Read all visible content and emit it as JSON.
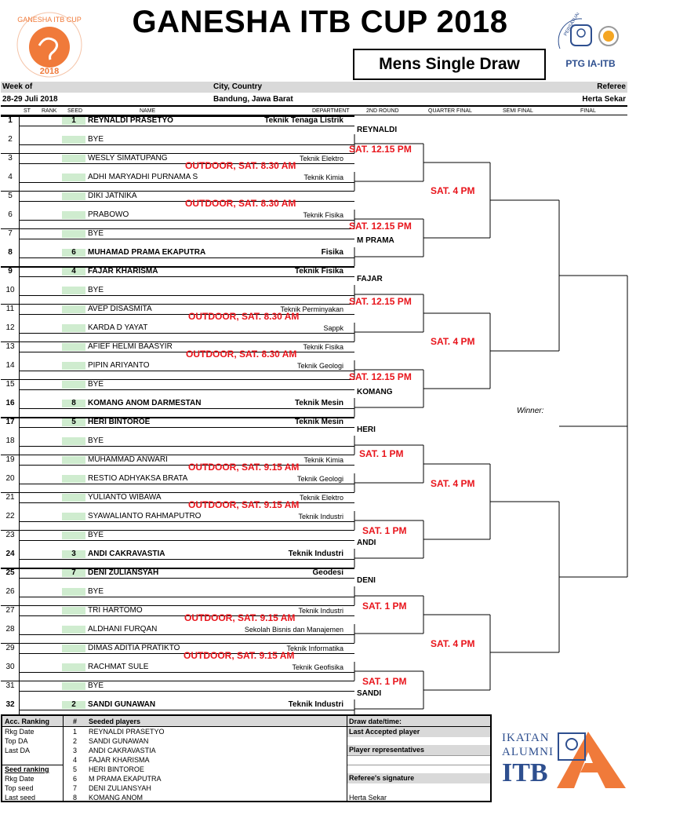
{
  "header": {
    "title": "GANESHA ITB CUP 2018",
    "subtitle": "Mens Single Draw",
    "logo_left_text": "GANESHA ITB CUP",
    "logo_left_year": "2018",
    "logo_right_text": "PTG IA-ITB",
    "logo_right_arc": "PERSATUAN TENIS GANESHA"
  },
  "info": {
    "week_label": "Week of",
    "week_value": "28-29 Juli 2018",
    "city_label": "City, Country",
    "city_value": "Bandung, Jawa Barat",
    "referee_label": "Referee",
    "referee_value": "Herta Sekar"
  },
  "columns": {
    "st": "ST",
    "rank": "RANK",
    "seed": "SEED",
    "name": "NAME",
    "department": "DEPARTMENT",
    "round2": "2ND ROUND",
    "quarter": "QUARTER FINAL",
    "semi": "SEMI FINAL",
    "final": "FINAL"
  },
  "players": [
    {
      "n": "1",
      "seed": "1",
      "name": "REYNALDI PRASETYO",
      "dept": "Teknik Tenaga Listrik",
      "bold": true
    },
    {
      "n": "2",
      "seed": "",
      "name": "BYE",
      "dept": "",
      "bold": false
    },
    {
      "n": "3",
      "seed": "",
      "name": "WESLY SIMATUPANG",
      "dept": "Teknik Elektro",
      "bold": false
    },
    {
      "n": "4",
      "seed": "",
      "name": "ADHI MARYADHI PURNAMA S",
      "dept": "Teknik Kimia",
      "bold": false
    },
    {
      "n": "5",
      "seed": "",
      "name": "DIKI JATNIKA",
      "dept": "",
      "bold": false
    },
    {
      "n": "6",
      "seed": "",
      "name": "PRABOWO",
      "dept": "Teknik Fisika",
      "bold": false
    },
    {
      "n": "7",
      "seed": "",
      "name": "BYE",
      "dept": "",
      "bold": false
    },
    {
      "n": "8",
      "seed": "6",
      "name": "MUHAMAD PRAMA EKAPUTRA",
      "dept": "Fisika",
      "bold": true
    },
    {
      "n": "9",
      "seed": "4",
      "name": "FAJAR KHARISMA",
      "dept": "Teknik Fisika",
      "bold": true
    },
    {
      "n": "10",
      "seed": "",
      "name": "BYE",
      "dept": "",
      "bold": false
    },
    {
      "n": "11",
      "seed": "",
      "name": "AVEP DISASMITA",
      "dept": "Teknik Perminyakan",
      "bold": false
    },
    {
      "n": "12",
      "seed": "",
      "name": "KARDA D YAYAT",
      "dept": "Sappk",
      "bold": false
    },
    {
      "n": "13",
      "seed": "",
      "name": "AFIEF HELMI BAASYIR",
      "dept": "Teknik Fisika",
      "bold": false
    },
    {
      "n": "14",
      "seed": "",
      "name": "PIPIN ARIYANTO",
      "dept": "Teknik Geologi",
      "bold": false
    },
    {
      "n": "15",
      "seed": "",
      "name": "BYE",
      "dept": "",
      "bold": false
    },
    {
      "n": "16",
      "seed": "8",
      "name": "KOMANG ANOM DARMESTAN",
      "dept": "Teknik Mesin",
      "bold": true
    },
    {
      "n": "17",
      "seed": "5",
      "name": "HERI BINTOROE",
      "dept": "Teknik Mesin",
      "bold": true
    },
    {
      "n": "18",
      "seed": "",
      "name": "BYE",
      "dept": "",
      "bold": false
    },
    {
      "n": "19",
      "seed": "",
      "name": "MUHAMMAD ANWARI",
      "dept": "Teknik Kimia",
      "bold": false
    },
    {
      "n": "20",
      "seed": "",
      "name": "RESTIO ADHYAKSA BRATA",
      "dept": "Teknik Geologi",
      "bold": false
    },
    {
      "n": "21",
      "seed": "",
      "name": "YULIANTO WIBAWA",
      "dept": "Teknik Elektro",
      "bold": false
    },
    {
      "n": "22",
      "seed": "",
      "name": "SYAWALIANTO RAHMAPUTRO",
      "dept": "Teknik Industri",
      "bold": false
    },
    {
      "n": "23",
      "seed": "",
      "name": "BYE",
      "dept": "",
      "bold": false
    },
    {
      "n": "24",
      "seed": "3",
      "name": "ANDI CAKRAVASTIA",
      "dept": "Teknik Industri",
      "bold": true
    },
    {
      "n": "25",
      "seed": "7",
      "name": "DENI ZULIANSYAH",
      "dept": "Geodesi",
      "bold": true
    },
    {
      "n": "26",
      "seed": "",
      "name": "BYE",
      "dept": "",
      "bold": false
    },
    {
      "n": "27",
      "seed": "",
      "name": "TRI HARTOMO",
      "dept": "Teknik Industri",
      "bold": false
    },
    {
      "n": "28",
      "seed": "",
      "name": "ALDHANI FURQAN",
      "dept": "Sekolah Bisnis dan Manajemen",
      "bold": false
    },
    {
      "n": "29",
      "seed": "",
      "name": "DIMAS ADITIA PRATIKTO",
      "dept": "Teknik Informatika",
      "bold": false
    },
    {
      "n": "30",
      "seed": "",
      "name": "RACHMAT SULE",
      "dept": "Teknik Geofisika",
      "bold": false
    },
    {
      "n": "31",
      "seed": "",
      "name": "BYE",
      "dept": "",
      "bold": false
    },
    {
      "n": "32",
      "seed": "2",
      "name": "SANDI GUNAWAN",
      "dept": "Teknik Industri",
      "bold": true
    }
  ],
  "first_round_schedule": [
    {
      "text": "OUTDOOR, SAT. 8.30 AM"
    },
    {
      "text": "OUTDOOR, SAT. 8.30 AM"
    },
    {
      "text": "OUTDOOR, SAT. 8.30 AM"
    },
    {
      "text": "OUTDOOR, SAT. 8.30 AM"
    },
    {
      "text": "OUTDOOR, SAT. 9.15 AM"
    },
    {
      "text": "OUTDOOR, SAT. 9.15 AM"
    },
    {
      "text": "OUTDOOR, SAT. 9.15 AM"
    },
    {
      "text": "OUTDOOR, SAT. 9.15 AM"
    }
  ],
  "second_round": [
    {
      "winner": "REYNALDI",
      "time": "SAT. 12.15 PM"
    },
    {
      "winner": "",
      "time": "SAT. 12.15 PM"
    },
    {
      "winner": "M PRAMA",
      "time": ""
    },
    {
      "winner": "FAJAR",
      "time": "SAT. 12.15 PM"
    },
    {
      "winner": "",
      "time": "SAT. 12.15 PM"
    },
    {
      "winner": "KOMANG",
      "time": ""
    },
    {
      "winner": "HERI",
      "time": "SAT. 1 PM"
    },
    {
      "winner": "",
      "time": "SAT. 1 PM"
    },
    {
      "winner": "ANDI",
      "time": ""
    },
    {
      "winner": "DENI",
      "time": "SAT. 1 PM"
    },
    {
      "winner": "",
      "time": "SAT. 1 PM"
    },
    {
      "winner": "SANDI",
      "time": ""
    }
  ],
  "quarter_times": [
    "SAT. 4 PM",
    "SAT. 4 PM",
    "SAT. 4 PM",
    "SAT. 4 PM"
  ],
  "winner_label": "Winner:",
  "bottom": {
    "acc_ranking": "Acc. Ranking",
    "acc_rows": [
      "Rkg Date",
      "Top DA",
      "Last DA"
    ],
    "seed_ranking": "Seed ranking",
    "seed_rows": [
      "Rkg Date",
      "Top seed",
      "Last seed"
    ],
    "hash": "#",
    "seeded_title": "Seeded players",
    "seeded": [
      {
        "n": "1",
        "name": "REYNALDI PRASETYO"
      },
      {
        "n": "2",
        "name": "SANDI GUNAWAN"
      },
      {
        "n": "3",
        "name": "ANDI CAKRAVASTIA"
      },
      {
        "n": "4",
        "name": "FAJAR KHARISMA"
      },
      {
        "n": "5",
        "name": "HERI BINTOROE"
      },
      {
        "n": "6",
        "name": "M PRAMA EKAPUTRA"
      },
      {
        "n": "7",
        "name": "DENI ZULIANSYAH"
      },
      {
        "n": "8",
        "name": "KOMANG ANOM"
      }
    ],
    "draw_date": "Draw date/time:",
    "last_accepted": "Last Accepted player",
    "player_reps": "Player representatives",
    "referee_sig": "Referee's signature",
    "referee_name": "Herta Sekar"
  },
  "footer_logo": {
    "line1": "IKATAN",
    "line2": "ALUMNI",
    "line3": "ITB",
    "mark": "A"
  },
  "colors": {
    "schedule_red": "#e8141b",
    "seed_green": "#cfeccf",
    "header_grey": "#d9d9d9",
    "logo_orange": "#f07a3a",
    "logo_blue": "#2e4f8f"
  }
}
